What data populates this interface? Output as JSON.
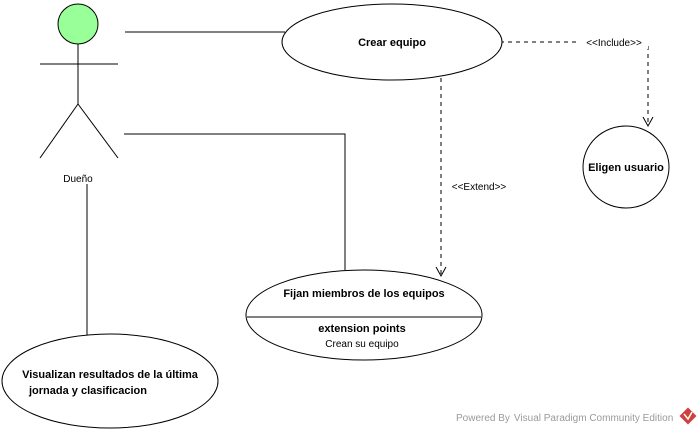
{
  "diagram": {
    "actor": {
      "name": "Dueño",
      "color": "#99ff99"
    },
    "use_cases": {
      "crear_equipo": "Crear equipo",
      "eligen_usuario": "Eligen usuario",
      "fijan_miembros": "Fijan miembros de los equipos",
      "extension_points_title": "extension points",
      "extension_point": "Crean su equipo",
      "visualizan_line1": "Visualizan resultados de la última",
      "visualizan_line2": "jornada y clasificacion"
    },
    "relations": {
      "include": "<<Include>>",
      "extend": "<<Extend>>"
    },
    "watermark": "Powered By  Visual Paradigm Community Edition",
    "colors": {
      "stroke": "#000000",
      "fill": "#ffffff",
      "watermark_logo": "#d0413c"
    }
  }
}
